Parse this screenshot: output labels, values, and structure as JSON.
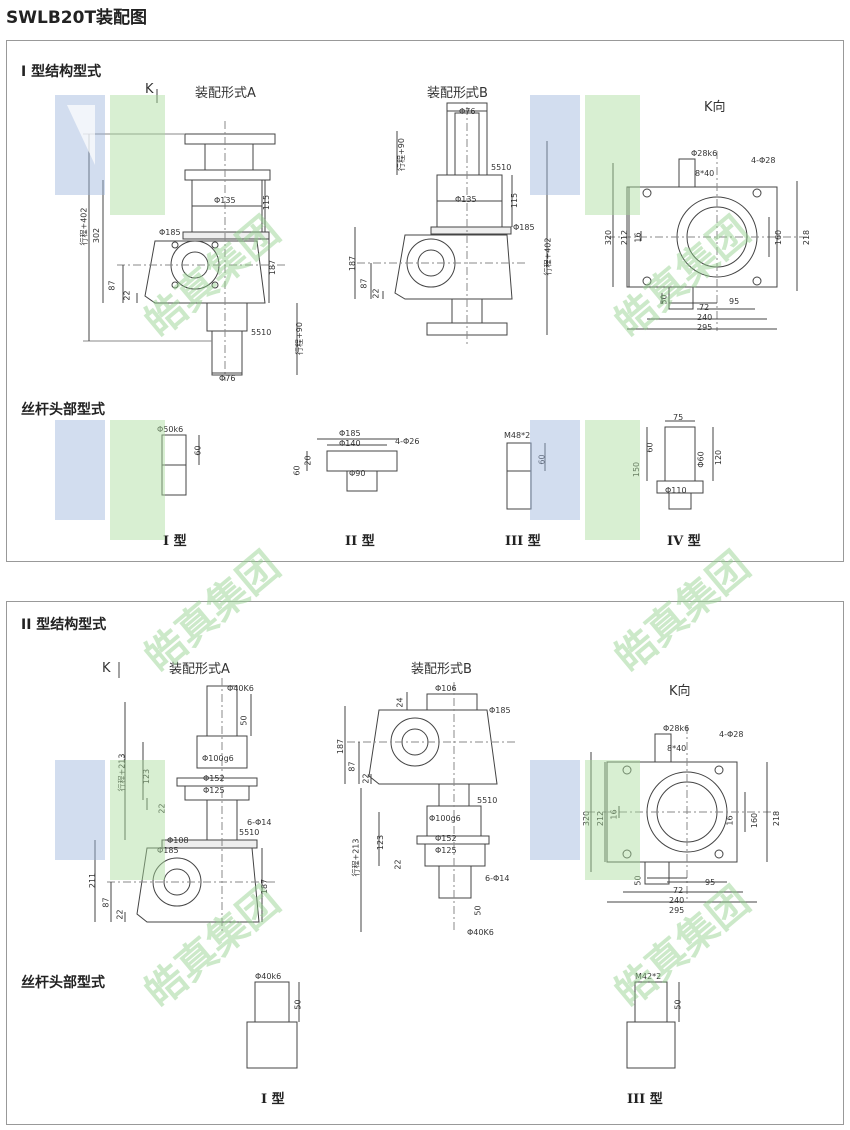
{
  "page": {
    "title": "SWLB20T装配图"
  },
  "watermark": {
    "text": "皓真集团"
  },
  "section1": {
    "heading": "I 型结构型式",
    "k_label": "K",
    "view_a_title": "装配形式A",
    "view_b_title": "装配形式B",
    "view_k_title": "K向",
    "dims_a": {
      "travel402": "行程+402",
      "d302": "302",
      "d115": "115",
      "phi135": "Φ135",
      "phi185": "Φ185",
      "d187": "187",
      "d87": "87",
      "d22": "22",
      "d5510": "5510",
      "travel90": "行程+90",
      "phi76": "Φ76"
    },
    "dims_b": {
      "phi76": "Φ76",
      "travel90": "行程+90",
      "d5510": "5510",
      "phi135": "Φ135",
      "d115": "115",
      "phi185": "Φ185",
      "d187": "187",
      "d87": "87",
      "d22": "22",
      "travel402": "行程+402"
    },
    "dims_k": {
      "phi28k6": "Φ28k6",
      "d8x40": "8*40",
      "holes": "4-Φ28",
      "d320": "320",
      "d212": "212",
      "d16": "16",
      "d160": "160",
      "d218": "218",
      "d50": "50",
      "d72": "72",
      "d95": "95",
      "d240": "240",
      "d295": "295"
    },
    "head_heading": "丝杆头部型式",
    "head_types": {
      "t1": {
        "label": "I 型",
        "phi50k6": "Φ50k6",
        "d60": "60"
      },
      "t2": {
        "label": "II 型",
        "phi185": "Φ185",
        "phi140": "Φ140",
        "holes": "4-Φ26",
        "d60": "60",
        "d20": "20",
        "phi90": "Φ90"
      },
      "t3": {
        "label": "III 型",
        "m48": "M48*2",
        "d60": "60"
      },
      "t4": {
        "label": "IV 型",
        "d75": "75",
        "d60": "60",
        "d150": "150",
        "phi60": "Φ60",
        "d120": "120",
        "phi110": "Φ110"
      }
    }
  },
  "section2": {
    "heading": "II 型结构型式",
    "k_label": "K",
    "view_a_title": "装配形式A",
    "view_b_title": "装配形式B",
    "view_k_title": "K向",
    "dims_a": {
      "phi40k6": "Φ40K6",
      "d50": "50",
      "phi100g6": "Φ100g6",
      "travel213": "行程+213",
      "d123": "123",
      "phi152": "Φ152",
      "phi125": "Φ125",
      "d22": "22",
      "holes": "6-Φ14",
      "d5510": "5510",
      "phi108": "Φ108",
      "phi185": "Φ185",
      "d211": "211",
      "d187": "187",
      "d87": "87",
      "d22b": "22"
    },
    "dims_b": {
      "phi106": "Φ106",
      "d24": "24",
      "phi185": "Φ185",
      "d187": "187",
      "d87": "87",
      "d22": "22",
      "d5510": "5510",
      "phi100g6": "Φ100g6",
      "travel213": "行程+213",
      "d123": "123",
      "phi152": "Φ152",
      "phi125": "Φ125",
      "d22b": "22",
      "holes": "6-Φ14",
      "d50": "50",
      "phi40k6": "Φ40K6"
    },
    "dims_k": {
      "phi28k6": "Φ28k6",
      "d8x40": "8*40",
      "holes": "4-Φ28",
      "d320": "320",
      "d212": "212",
      "d16": "16",
      "d16b": "16",
      "d160": "160",
      "d218": "218",
      "d50": "50",
      "d72": "72",
      "d95": "95",
      "d240": "240",
      "d295": "295"
    },
    "head_heading": "丝杆头部型式",
    "head_types": {
      "t1": {
        "label": "I 型",
        "phi40k6": "Φ40k6",
        "d50": "50"
      },
      "t3": {
        "label": "III 型",
        "m42": "M42*2",
        "d50": "50"
      }
    }
  }
}
